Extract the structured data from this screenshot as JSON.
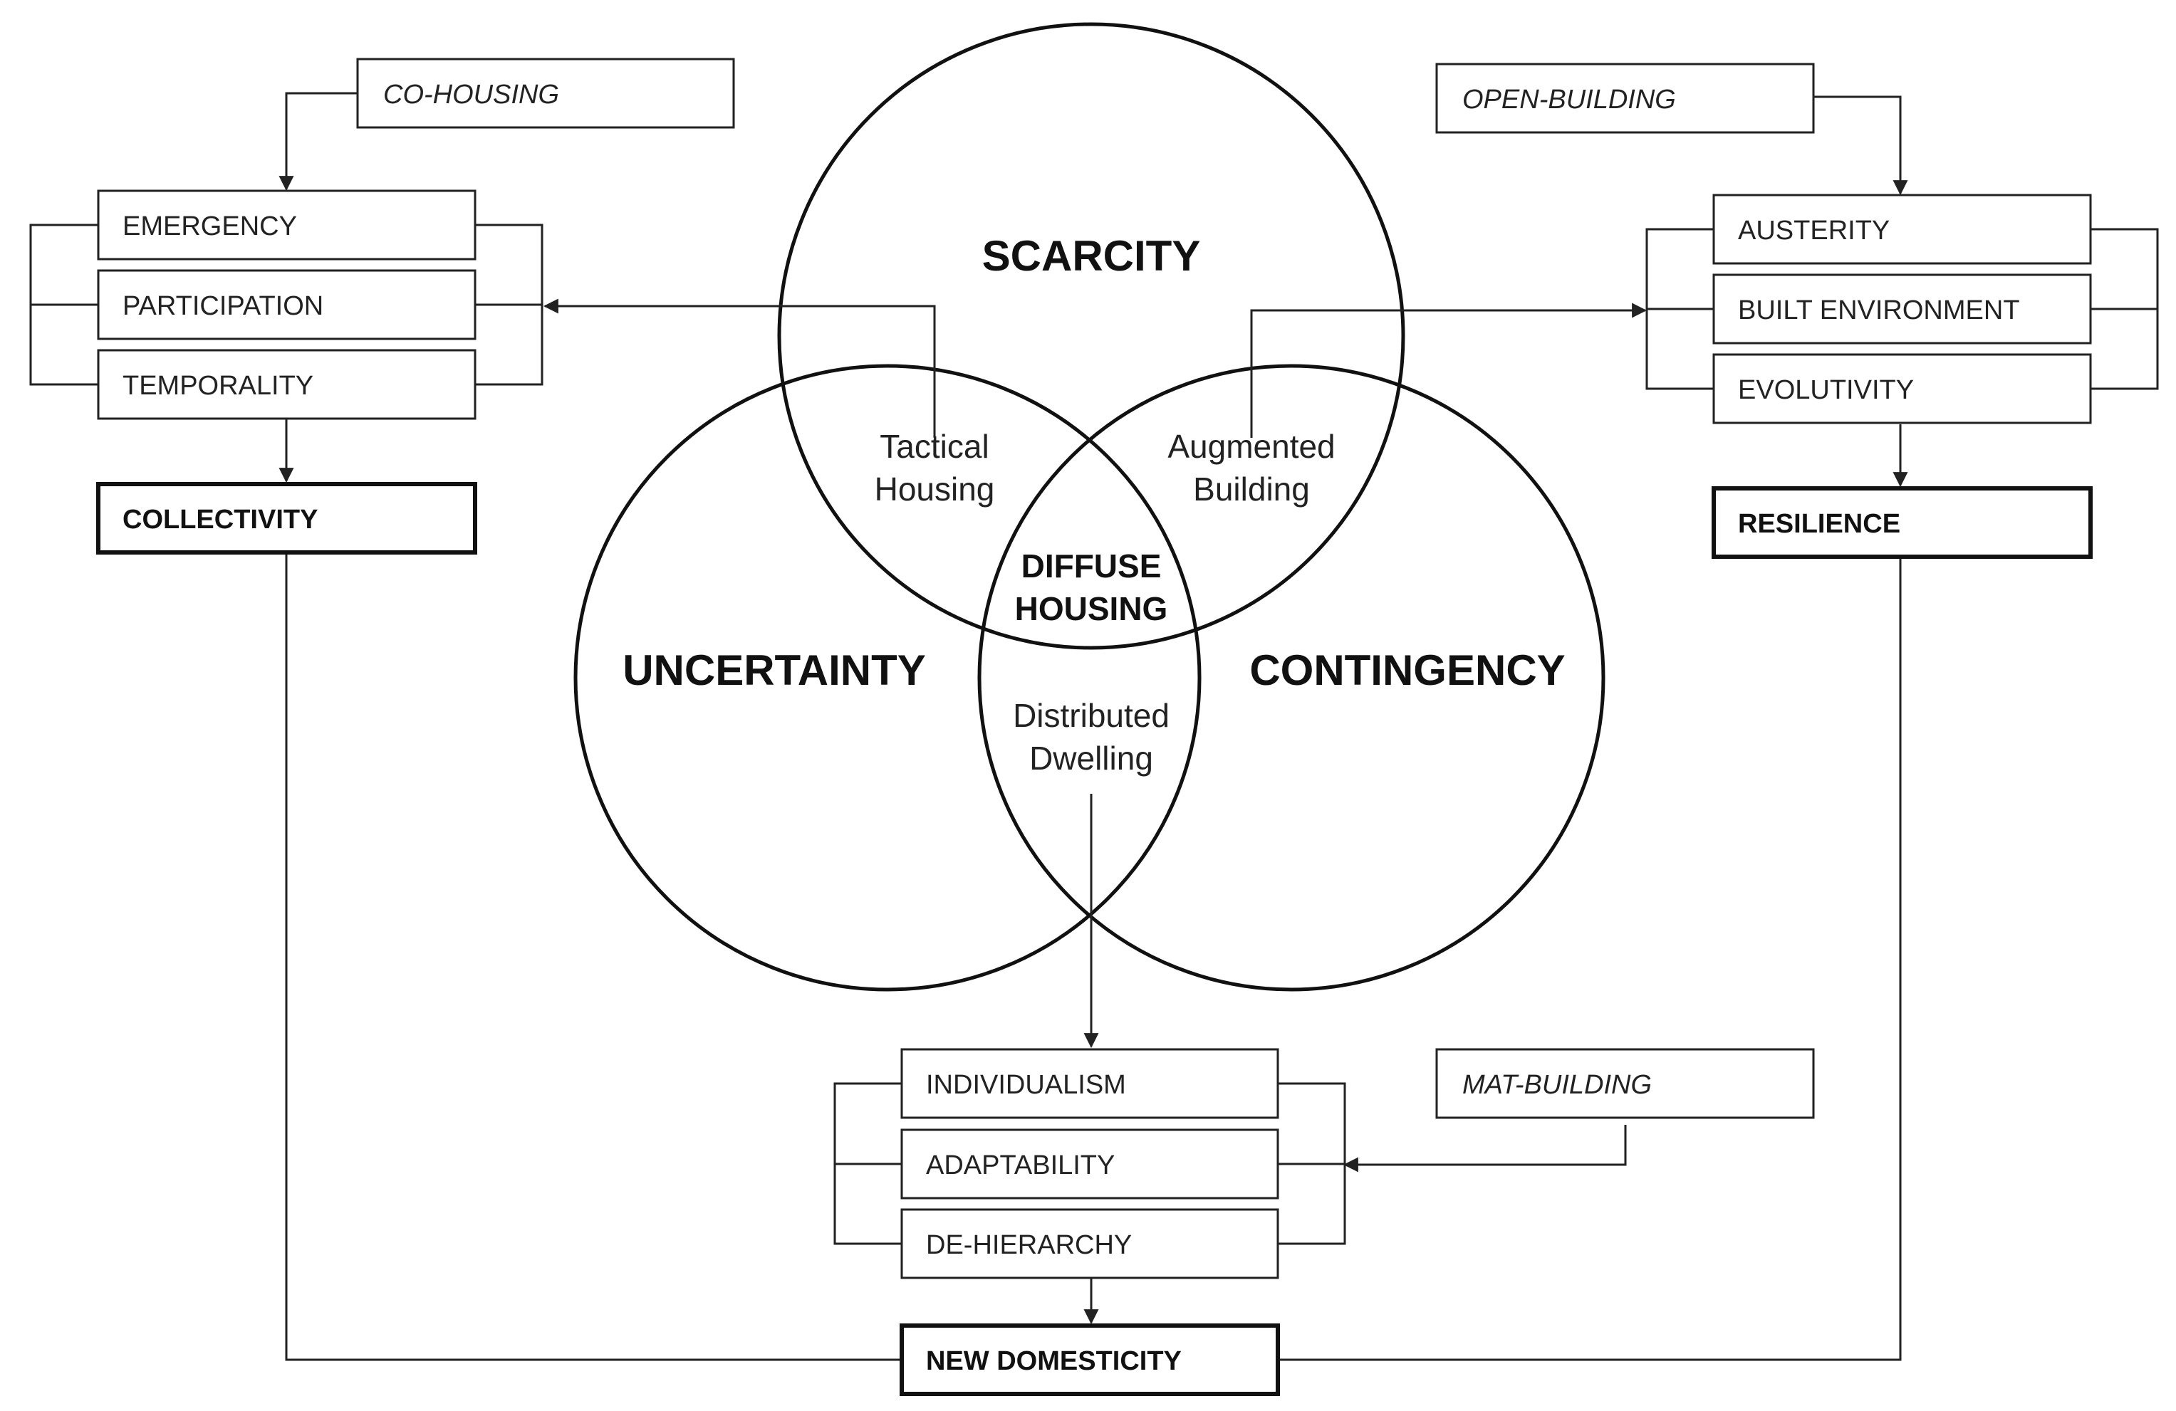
{
  "circles": {
    "scarcity": "SCARCITY",
    "uncertainty": "UNCERTAINTY",
    "contingency": "CONTINGENCY"
  },
  "intersections": {
    "tactical_housing": [
      "Tactical",
      "Housing"
    ],
    "augmented_building": [
      "Augmented",
      "Building"
    ],
    "distributed_dwelling": [
      "Distributed",
      "Dwelling"
    ],
    "diffuse_housing": [
      "DIFFUSE",
      "HOUSING"
    ]
  },
  "left_group": {
    "source": "CO-HOUSING",
    "items": [
      "EMERGENCY",
      "PARTICIPATION",
      "TEMPORALITY"
    ],
    "outcome": "COLLECTIVITY"
  },
  "right_group": {
    "source": "OPEN-BUILDING",
    "items": [
      "AUSTERITY",
      "BUILT ENVIRONMENT",
      "EVOLUTIVITY"
    ],
    "outcome": "RESILIENCE"
  },
  "bottom_group": {
    "source": "MAT-BUILDING",
    "items": [
      "INDIVIDUALISM",
      "ADAPTABILITY",
      "DE-HIERARCHY"
    ],
    "outcome": "NEW DOMESTICITY"
  },
  "colors": {
    "stroke": "#111111",
    "background": "#ffffff"
  }
}
